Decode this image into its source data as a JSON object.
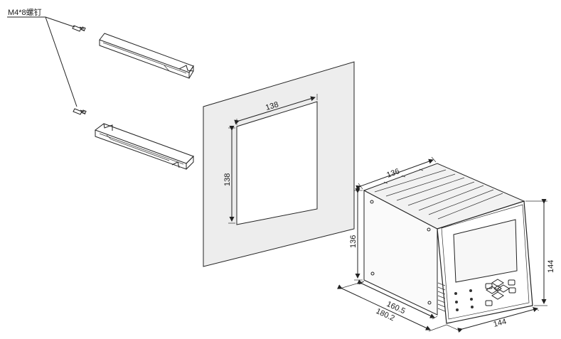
{
  "callout": {
    "screw_label": "M4*8螺钉"
  },
  "panel_cutout": {
    "width_label": "138",
    "height_label": "138"
  },
  "instrument": {
    "top_depth_label": "136",
    "side_height_label": "136",
    "depth_label": "160.5",
    "overall_depth_label": "180.2",
    "front_width_label": "144",
    "front_height_label": "144"
  },
  "colors": {
    "line": "#222222",
    "panel_fill": "#ededed",
    "screen_fill": "#f7f7f7"
  }
}
